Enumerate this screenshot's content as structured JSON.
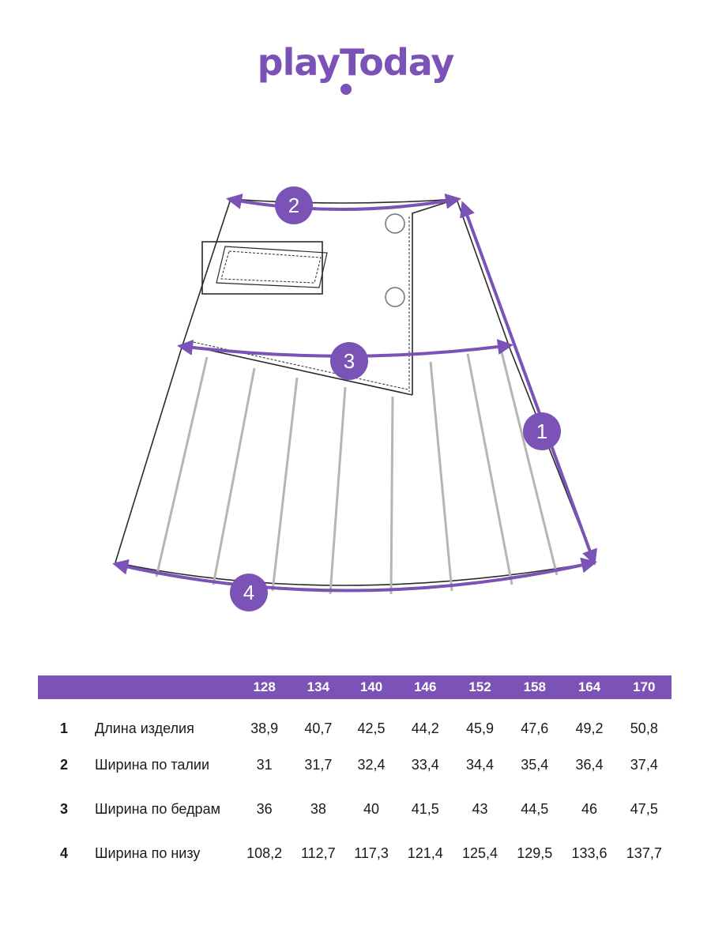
{
  "brand": {
    "logo_text": "playToday",
    "color": "#7b52b5"
  },
  "diagram": {
    "markers": [
      "1",
      "2",
      "3",
      "4"
    ]
  },
  "table": {
    "sizes": [
      "128",
      "134",
      "140",
      "146",
      "152",
      "158",
      "164",
      "170"
    ],
    "rows": [
      {
        "num": "1",
        "label": "Длина изделия",
        "values": [
          "38,9",
          "40,7",
          "42,5",
          "44,2",
          "45,9",
          "47,6",
          "49,2",
          "50,8"
        ]
      },
      {
        "num": "2",
        "label": "Ширина по талии",
        "values": [
          "31",
          "31,7",
          "32,4",
          "33,4",
          "34,4",
          "35,4",
          "36,4",
          "37,4"
        ]
      },
      {
        "num": "3",
        "label": "Ширина по бедрам",
        "values": [
          "36",
          "38",
          "40",
          "41,5",
          "43",
          "44,5",
          "46",
          "47,5"
        ]
      },
      {
        "num": "4",
        "label": "Ширина по низу",
        "values": [
          "108,2",
          "112,7",
          "117,3",
          "121,4",
          "125,4",
          "129,5",
          "133,6",
          "137,7"
        ]
      }
    ]
  }
}
